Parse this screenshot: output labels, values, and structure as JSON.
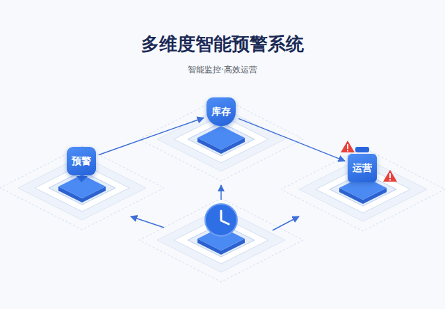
{
  "diagram": {
    "title": "多维度智能预警系统",
    "nodes": [
      {
        "text": [
          "库存"
        ]
      },
      {
        "text": [
          "预警"
        ]
      },
      {
        "text": [
          "运营"
        ]
      }
    ],
    "edges": [
      {
        "from": 1,
        "to": 0,
        "arrow": "to"
      },
      {
        "from": 0,
        "to": 2,
        "arrow": "to"
      }
    ],
    "labels": [
      "智能监控·高效运营"
    ]
  }
}
